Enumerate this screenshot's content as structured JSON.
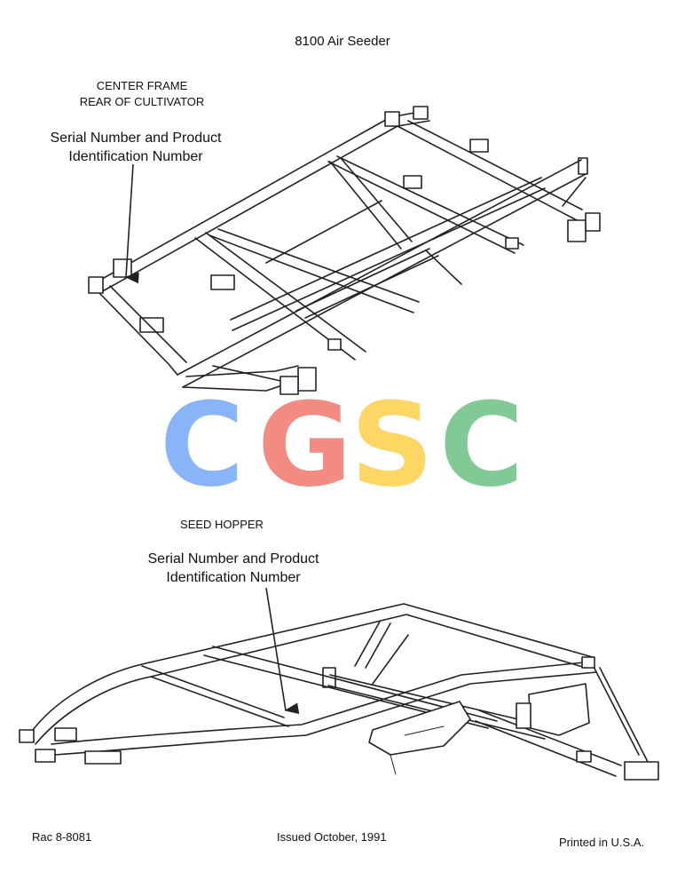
{
  "document": {
    "title": "8100 Air Seeder",
    "top_section": {
      "label_line1": "CENTER FRAME",
      "label_line2": "REAR OF CULTIVATOR",
      "callout_line1": "Serial Number and Product",
      "callout_line2": "Identification Number"
    },
    "bottom_section": {
      "label": "SEED HOPPER",
      "callout_line1": "Serial Number and Product",
      "callout_line2": "Identification Number"
    },
    "watermark": {
      "letters": [
        "C",
        "G",
        "S",
        "C"
      ],
      "colors": [
        "#8ab4f8",
        "#f28b82",
        "#fdd663",
        "#81c995"
      ]
    },
    "footer": {
      "doc_number": "Rac 8-8081",
      "issued": "Issued October, 1991",
      "printed": "Printed in U.S.A."
    }
  }
}
